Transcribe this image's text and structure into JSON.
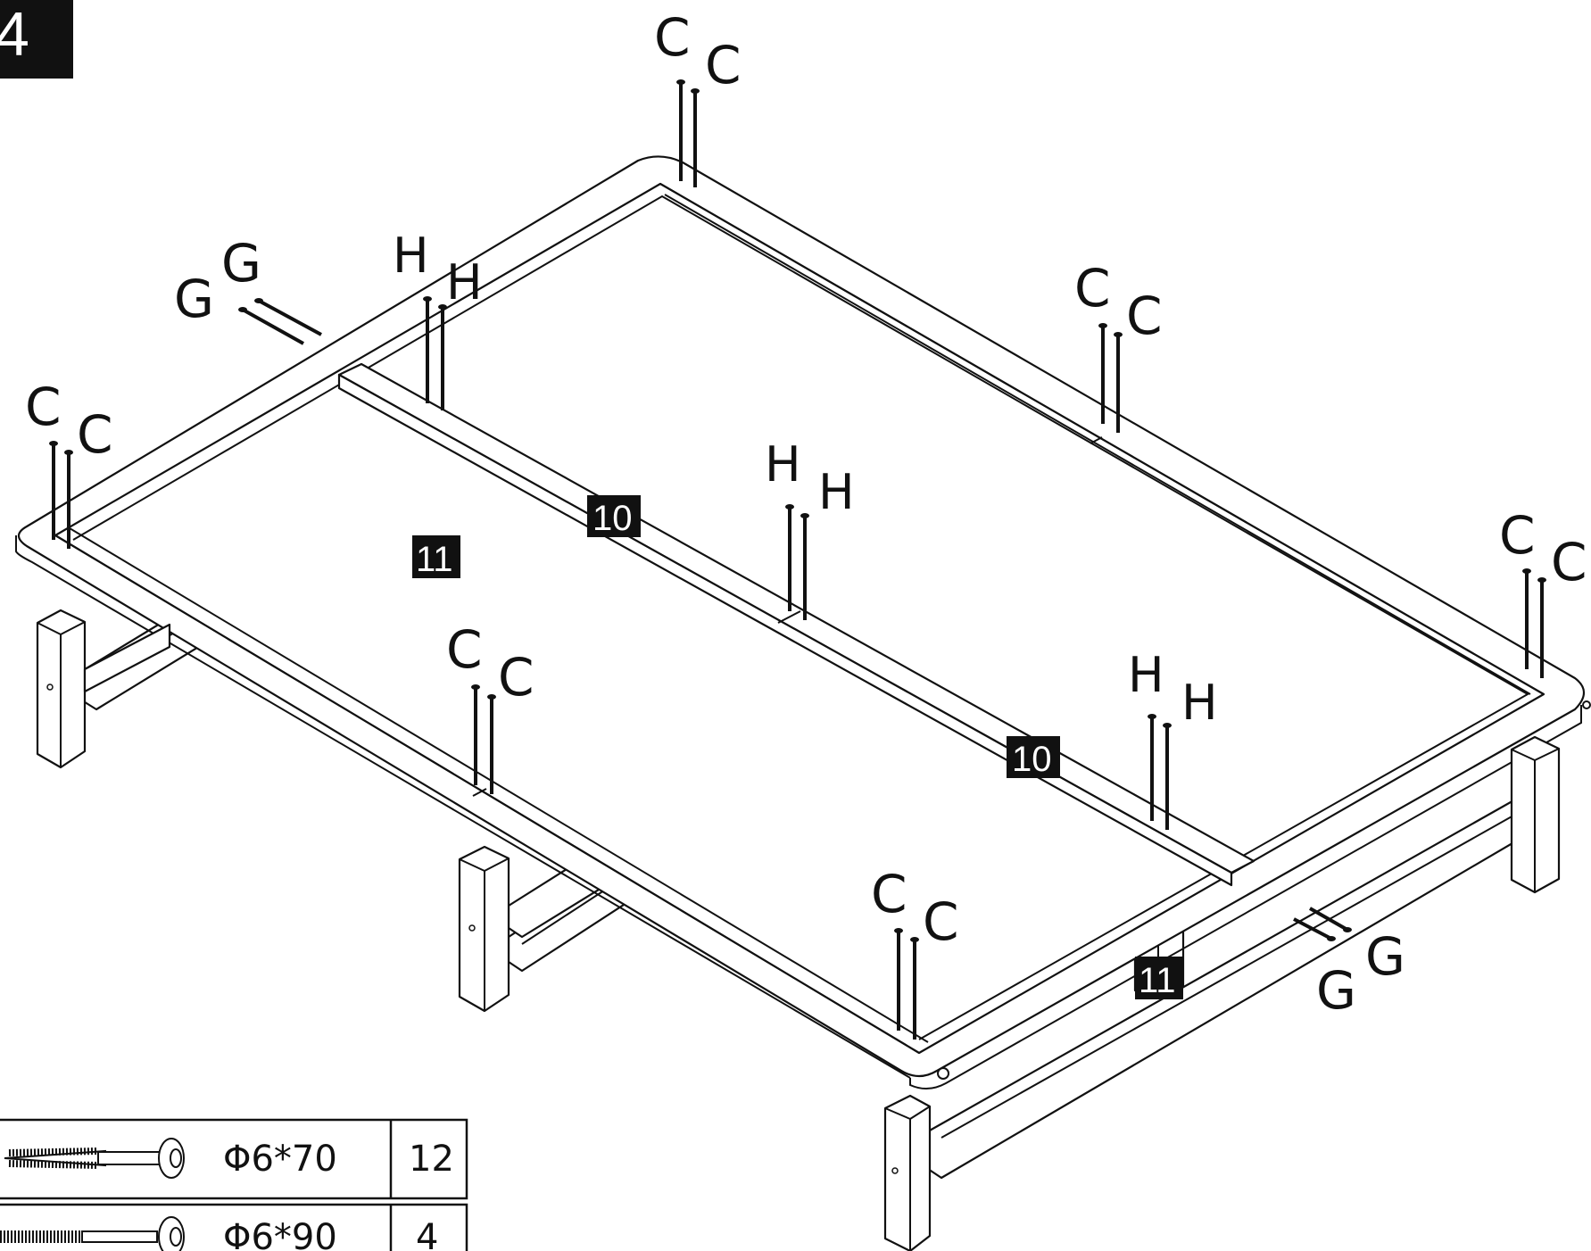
{
  "step_number": "4",
  "part_badges": [
    "10",
    "10",
    "11",
    "11"
  ],
  "screw_labels": {
    "C": "C",
    "G": "G",
    "H": "H"
  },
  "hardware_table": [
    {
      "size": "Φ6*70",
      "qty": "12"
    },
    {
      "size": "Φ6*90",
      "qty": "4"
    }
  ]
}
